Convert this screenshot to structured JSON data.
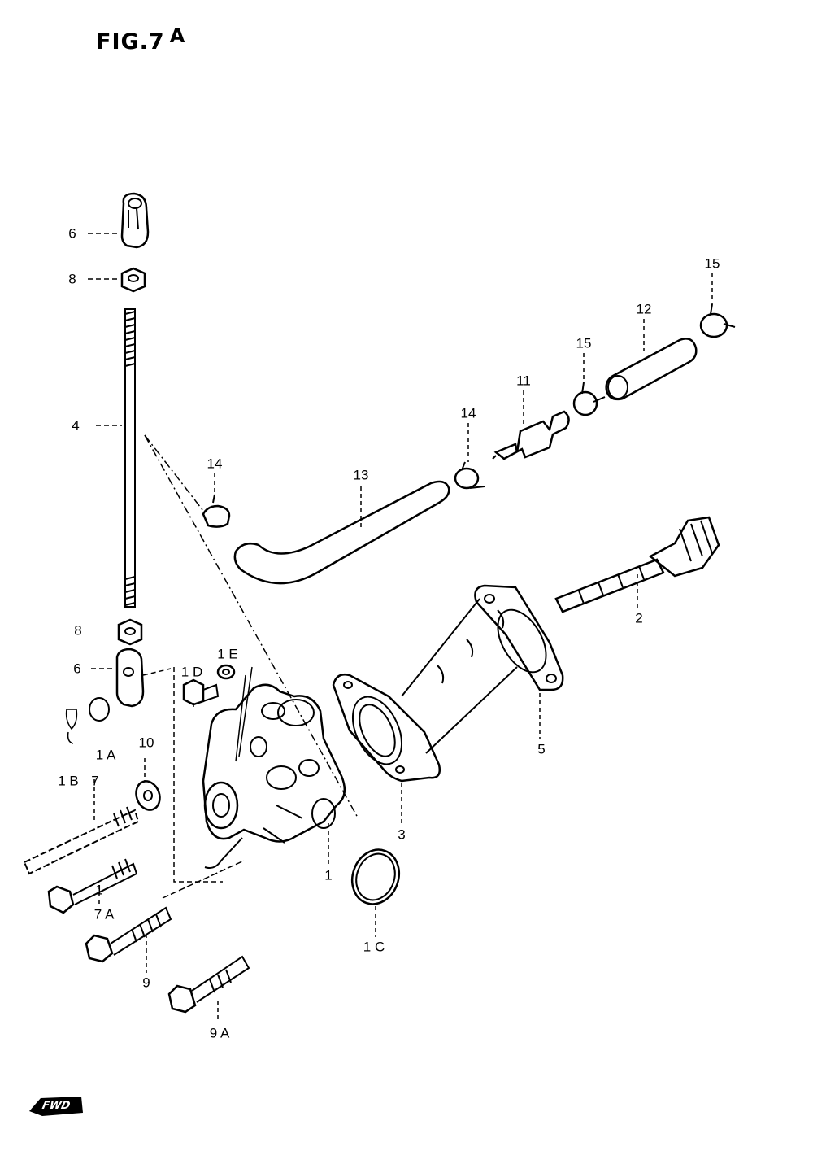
{
  "figure": {
    "title": "FIG.7",
    "title_suffix": "A"
  },
  "badge": {
    "text": "FWD"
  },
  "labels": {
    "l1": "1",
    "l1a": "1 A",
    "l1b": "1 B",
    "l1c": "1 C",
    "l1d": "1 D",
    "l1e": "1 E",
    "l1b7": "7",
    "l2": "2",
    "l3": "3",
    "l4": "4",
    "l5": "5",
    "l6_top": "6",
    "l6_low": "6",
    "l7": "1",
    "l7a": "7 A",
    "l8_top": "8",
    "l8_low": "8",
    "l9": "9",
    "l9a": "9 A",
    "l10": "10",
    "l11": "11",
    "l12": "12",
    "l13": "13",
    "l14_a": "14",
    "l14_b": "14",
    "l15_a": "15",
    "l15_b": "15"
  }
}
